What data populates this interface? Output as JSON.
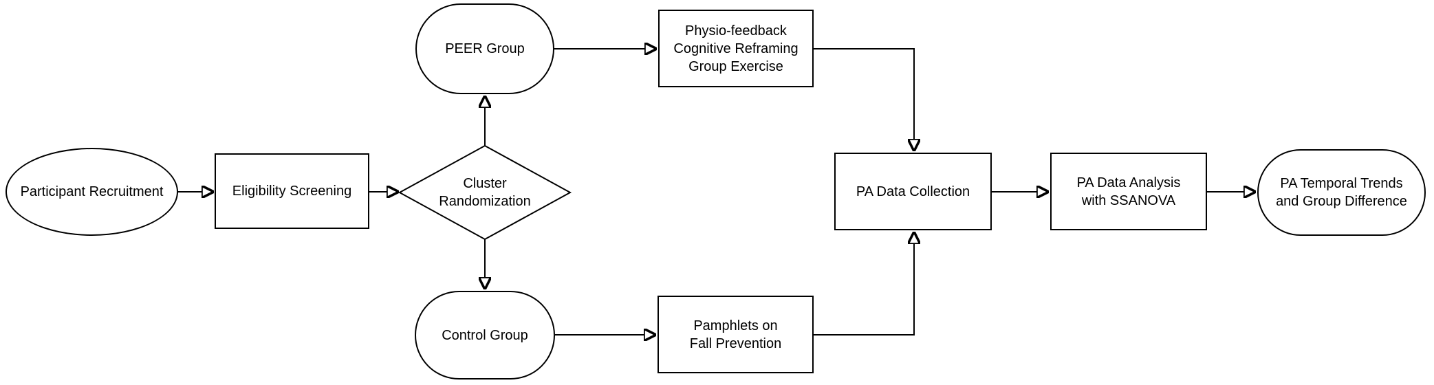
{
  "diagram": {
    "type": "flowchart",
    "background_color": "#ffffff",
    "stroke_color": "#000000",
    "text_color": "#000000",
    "nodes": {
      "participant_recruitment": {
        "label": "Participant Recruitment",
        "shape": "ellipse"
      },
      "eligibility_screening": {
        "label": "Eligibility Screening",
        "shape": "rectangle"
      },
      "cluster_randomization": {
        "label": "Cluster\nRandomization",
        "shape": "diamond"
      },
      "peer_group": {
        "label": "PEER Group",
        "shape": "stadium"
      },
      "physio_feedback": {
        "label": "Physio-feedback\nCognitive Reframing\nGroup Exercise",
        "shape": "rectangle"
      },
      "control_group": {
        "label": "Control Group",
        "shape": "stadium"
      },
      "pamphlets": {
        "label": "Pamphlets on\nFall Prevention",
        "shape": "rectangle"
      },
      "pa_data_collection": {
        "label": "PA Data Collection",
        "shape": "rectangle"
      },
      "pa_data_analysis": {
        "label": "PA Data Analysis\nwith SSANOVA",
        "shape": "rectangle"
      },
      "pa_temporal_trends": {
        "label": "PA Temporal Trends\nand Group Difference",
        "shape": "stadium"
      }
    },
    "edges": [
      {
        "from": "participant_recruitment",
        "to": "eligibility_screening"
      },
      {
        "from": "eligibility_screening",
        "to": "cluster_randomization"
      },
      {
        "from": "cluster_randomization",
        "to": "peer_group"
      },
      {
        "from": "cluster_randomization",
        "to": "control_group"
      },
      {
        "from": "peer_group",
        "to": "physio_feedback"
      },
      {
        "from": "control_group",
        "to": "pamphlets"
      },
      {
        "from": "physio_feedback",
        "to": "pa_data_collection"
      },
      {
        "from": "pamphlets",
        "to": "pa_data_collection"
      },
      {
        "from": "pa_data_collection",
        "to": "pa_data_analysis"
      },
      {
        "from": "pa_data_analysis",
        "to": "pa_temporal_trends"
      }
    ]
  }
}
